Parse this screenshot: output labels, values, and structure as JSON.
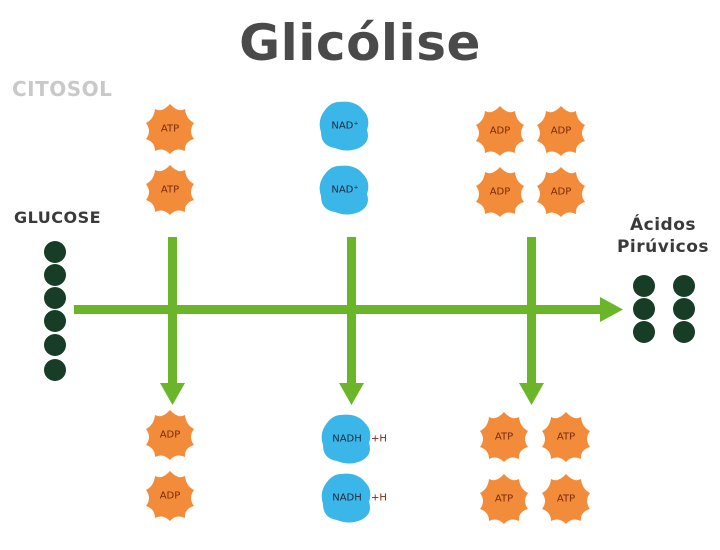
{
  "title": "Glicólise",
  "region_label": "CITOSOL",
  "input_label": "GLUCOSE",
  "output_label": [
    "Ácidos",
    "Pirúvicos"
  ],
  "colors": {
    "atp_adp": "#f28c3a",
    "nad": "#3bb6e8",
    "arrow": "#6bb52b",
    "carbon": "#173d27",
    "title": "#4a4a4a",
    "region": "#c9c9c9"
  },
  "icons": [
    "orange-blob-molecule",
    "blue-blob-molecule",
    "green-arrow",
    "dark-green-carbon-circle"
  ],
  "glucose_carbons": 6,
  "pyruvic_carbons": 6,
  "inputs": {
    "stage1": [
      "ATP",
      "ATP"
    ],
    "stage2": [
      "NAD⁺",
      "NAD⁺"
    ],
    "stage3": [
      "ADP",
      "ADP",
      "ADP",
      "ADP"
    ]
  },
  "outputs": {
    "stage1": [
      "ADP",
      "ADP"
    ],
    "stage2": [
      "NADH",
      "NADH"
    ],
    "stage2_suffix": "+H",
    "stage3": [
      "ATP",
      "ATP",
      "ATP",
      "ATP"
    ]
  }
}
